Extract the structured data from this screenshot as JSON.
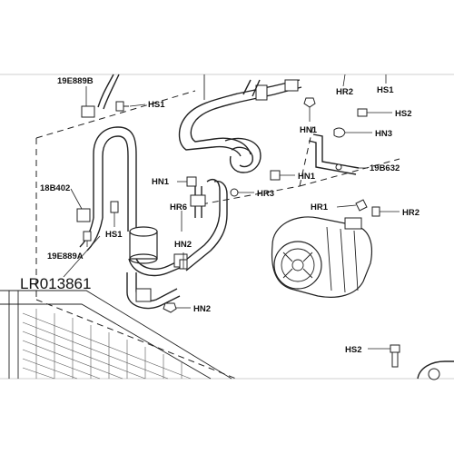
{
  "diagram": {
    "reference_id": "LR013861",
    "labels": {
      "top_left": "19E889B",
      "hs1_top": "HS1",
      "hs1_top_right": "HS1",
      "hr2_top": "HR2",
      "hs2_right": "HS2",
      "hn3": "HN3",
      "hn1_right_upper": "HN1",
      "hn1_right": "HN1",
      "b19_632": "19B632",
      "hr3": "HR3",
      "hn1_left": "HN1",
      "hr6": "HR6",
      "b18_402": "18B402",
      "hs1_mid": "HS1",
      "hn2_mid": "HN2",
      "e19_889a": "19E889A",
      "hr1": "HR1",
      "hr2_right": "HR2",
      "hn2_bottom": "HN2",
      "hs2_bottom": "HS2"
    }
  }
}
